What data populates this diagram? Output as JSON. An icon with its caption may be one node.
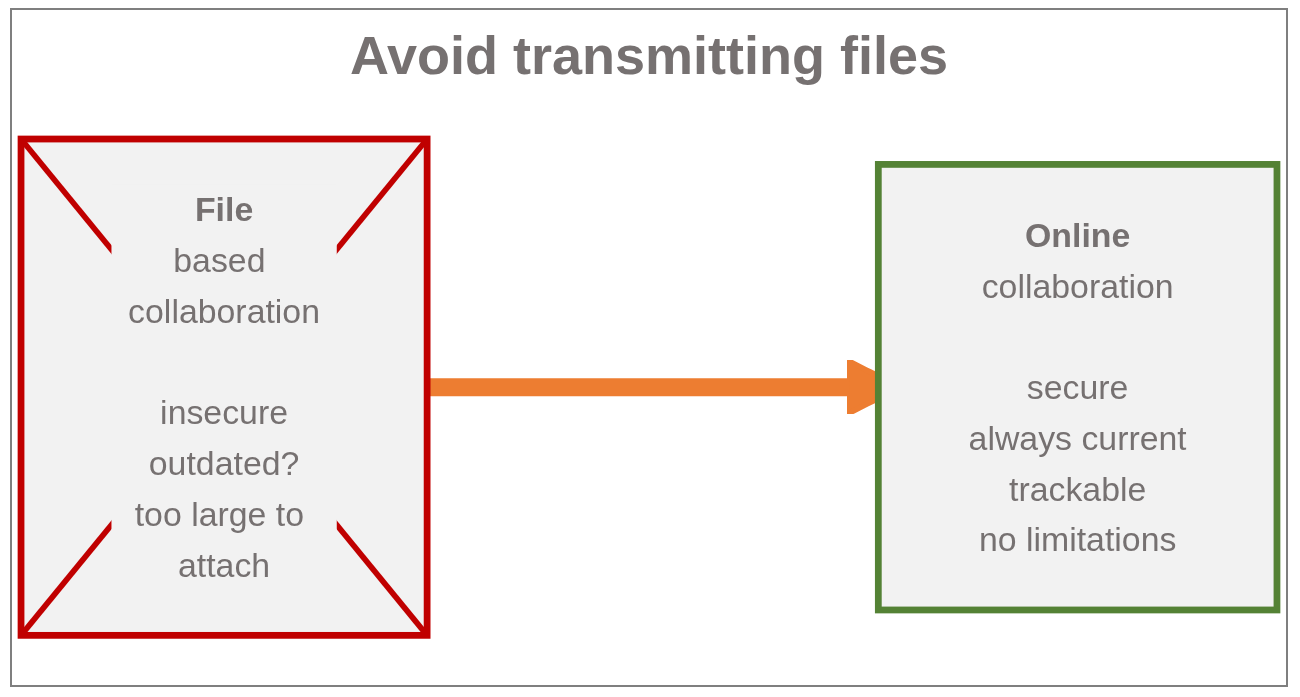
{
  "diagram": {
    "title": "Avoid transmitting files",
    "nodes": [
      {
        "text": [
          "File",
          "based collaboration",
          "insecure",
          "outdated?",
          "too large to attach"
        ]
      },
      {
        "text": [
          "Online",
          "collaboration",
          "secure",
          "always current",
          "trackable",
          "no limitations"
        ]
      }
    ],
    "edges": [
      {
        "from": 0,
        "to": 1,
        "arrow": "to",
        "color": "#ed7d31"
      }
    ]
  }
}
